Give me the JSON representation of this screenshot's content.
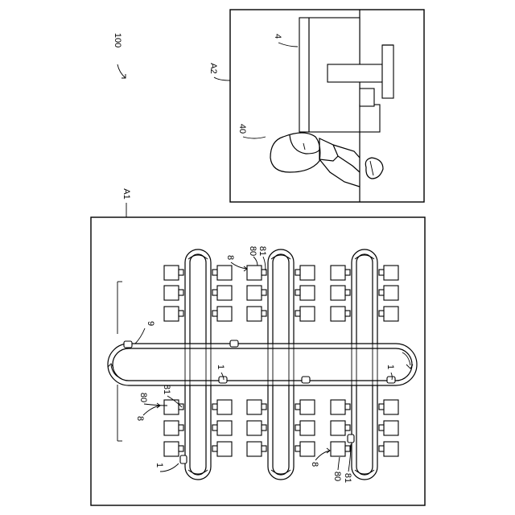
{
  "labels": {
    "system": "100",
    "area1": "A1",
    "area2": "A2",
    "desk": "4",
    "operator": "40",
    "vehicle_path": "9",
    "work_station_group": "8",
    "work_machine": "80",
    "machine_port": "81",
    "vehicle": "1"
  },
  "colors": {
    "line": "#000000",
    "background": "#ffffff"
  },
  "icons": [
    "operator-figure",
    "control-desk",
    "display-monitor"
  ]
}
